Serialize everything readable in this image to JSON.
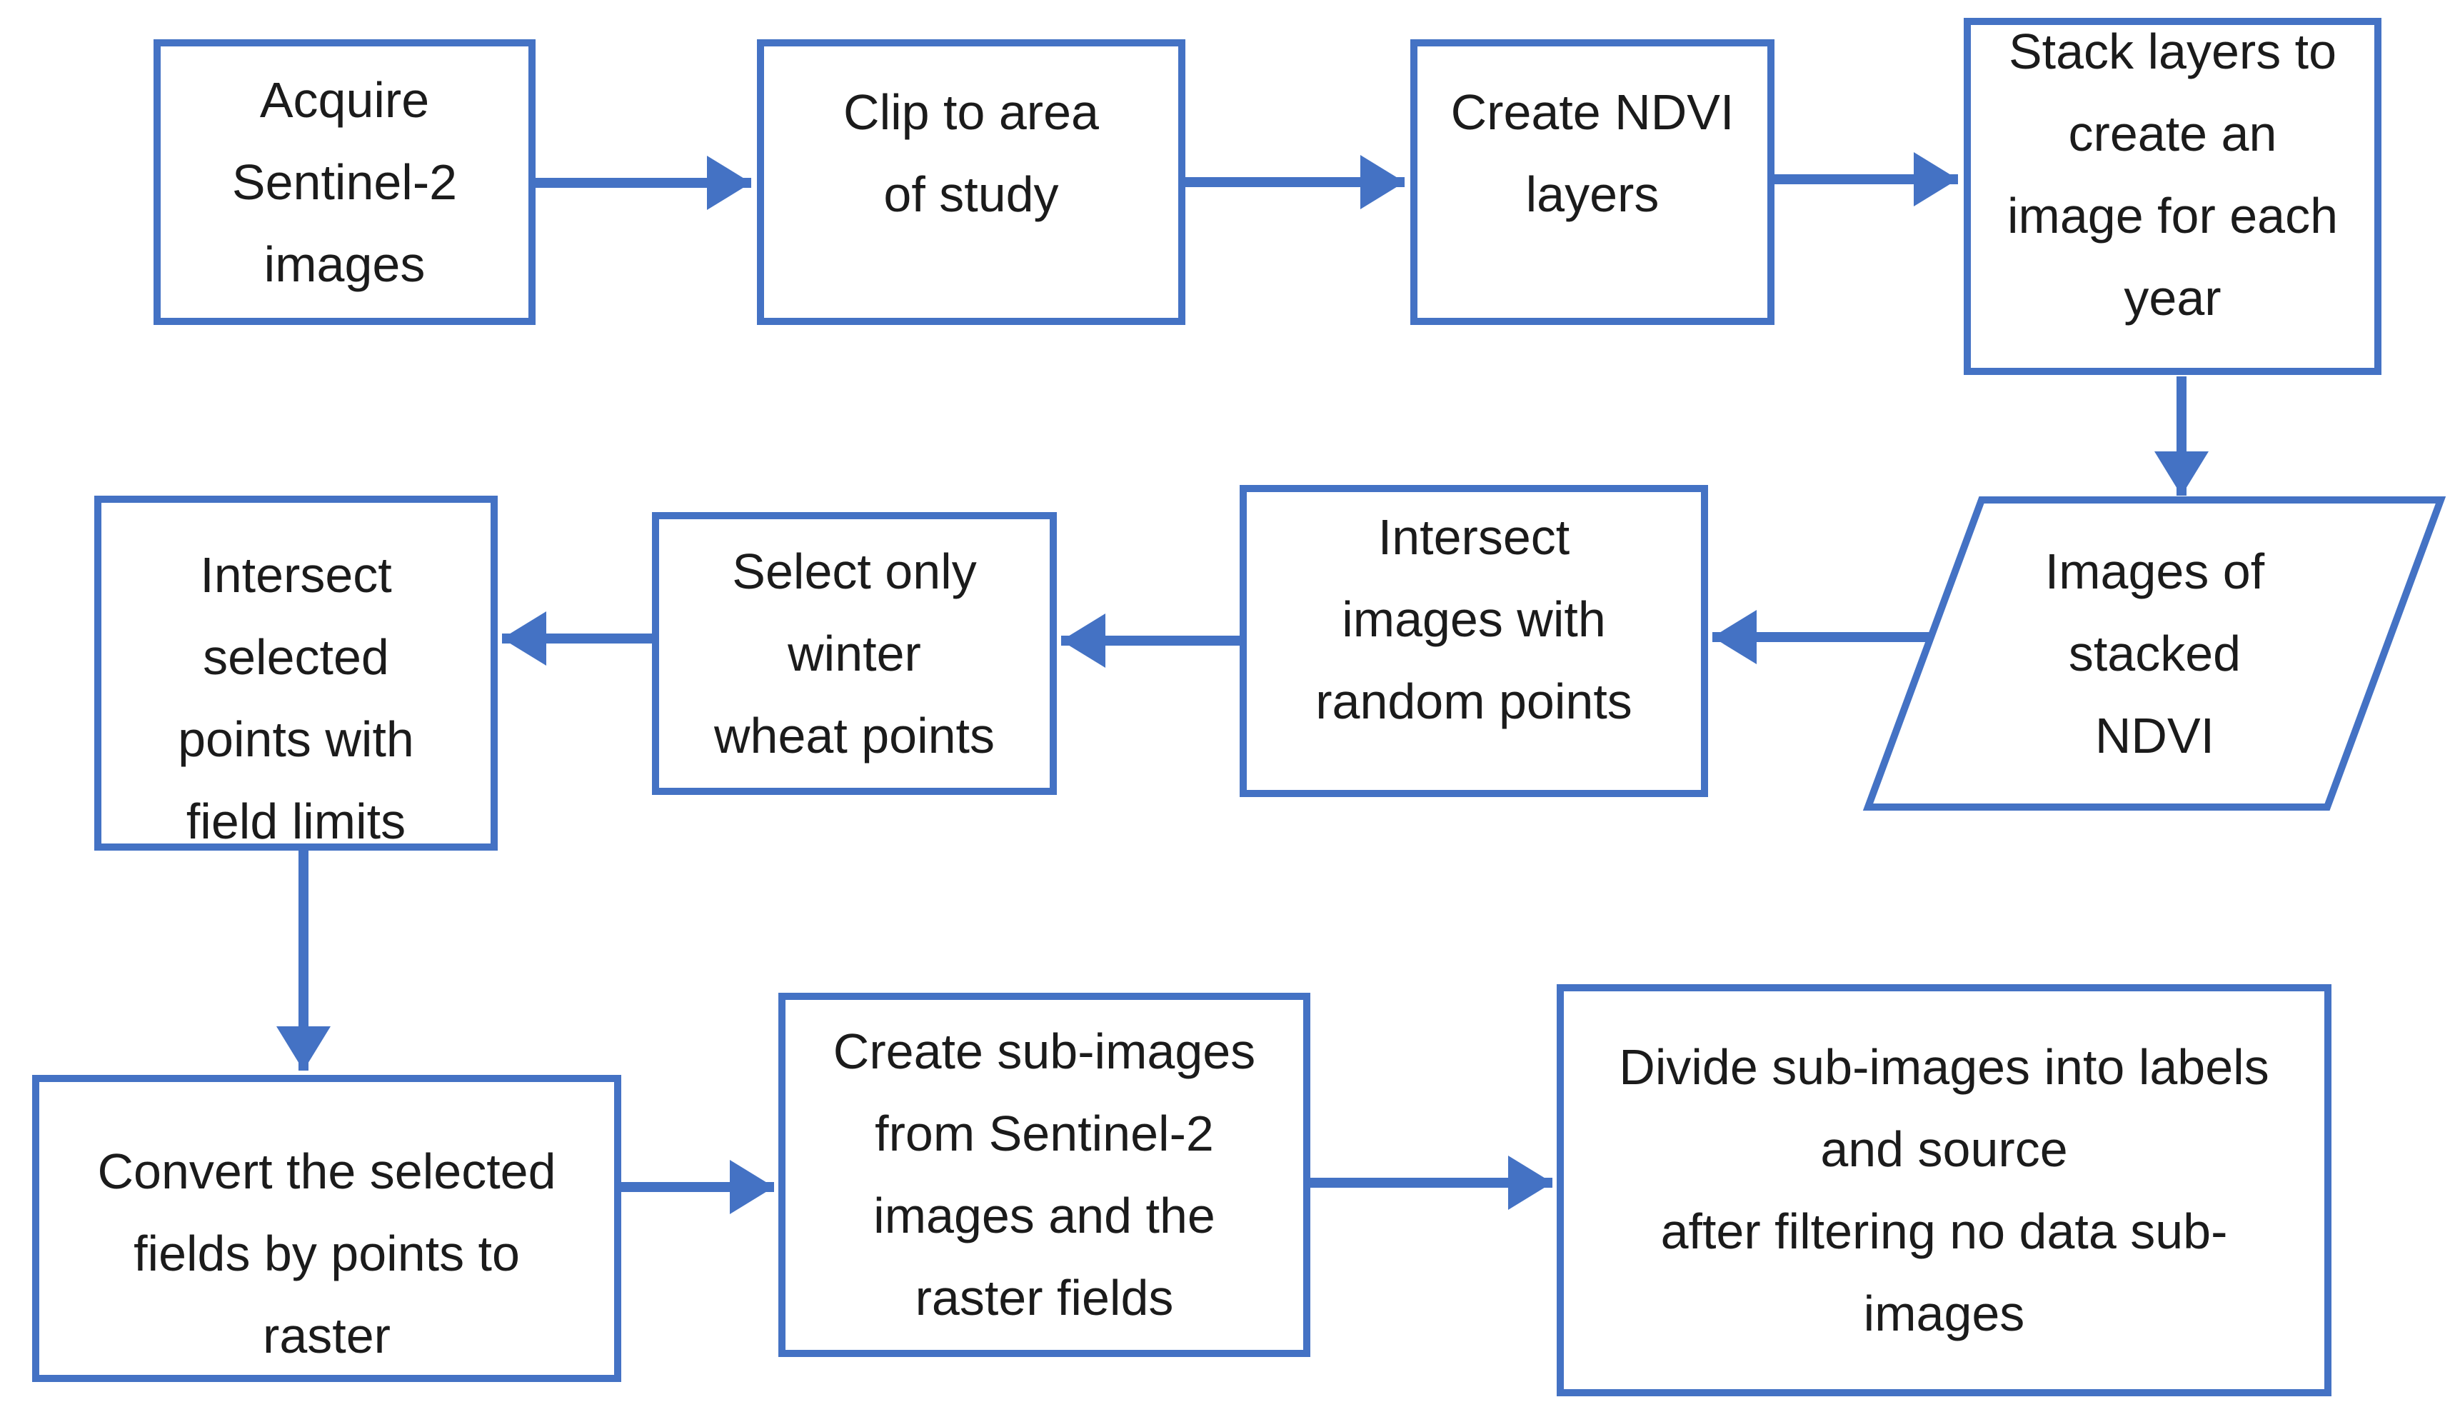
{
  "diagram": {
    "title": "Sentinel-2 NDVI processing flowchart",
    "accent_color": "#4472C4",
    "text_color": "#1b1b1b",
    "background_color": "#ffffff",
    "nodes": {
      "acquire": {
        "shape": "rectangle",
        "label": "Acquire\nSentinel-2\nimages"
      },
      "clip": {
        "shape": "rectangle",
        "label": "Clip to area\nof study"
      },
      "ndvi": {
        "shape": "rectangle",
        "label": "Create NDVI\nlayers"
      },
      "stack": {
        "shape": "rectangle",
        "label": "Stack layers to\ncreate an\nimage for each\nyear"
      },
      "stacked_ndvi": {
        "shape": "parallelogram",
        "label": "Images of\nstacked\nNDVI"
      },
      "intersect_random": {
        "shape": "rectangle",
        "label": "Intersect\nimages with\nrandom points"
      },
      "select_wheat": {
        "shape": "rectangle",
        "label": "Select only\nwinter\nwheat points"
      },
      "intersect_fields": {
        "shape": "rectangle",
        "label": "Intersect\nselected\npoints with\nfield limits"
      },
      "convert_raster": {
        "shape": "rectangle",
        "label": "Convert the selected\nfields by points to\nraster"
      },
      "sub_images": {
        "shape": "rectangle",
        "label": "Create sub-images\nfrom Sentinel-2\nimages and the\nraster fields"
      },
      "divide": {
        "shape": "rectangle",
        "label": "Divide sub-images into labels\nand source\nafter filtering no data sub-\nimages"
      }
    },
    "edges": [
      {
        "from": "acquire",
        "to": "clip"
      },
      {
        "from": "clip",
        "to": "ndvi"
      },
      {
        "from": "ndvi",
        "to": "stack"
      },
      {
        "from": "stack",
        "to": "stacked_ndvi"
      },
      {
        "from": "stacked_ndvi",
        "to": "intersect_random"
      },
      {
        "from": "intersect_random",
        "to": "select_wheat"
      },
      {
        "from": "select_wheat",
        "to": "intersect_fields"
      },
      {
        "from": "intersect_fields",
        "to": "convert_raster"
      },
      {
        "from": "convert_raster",
        "to": "sub_images"
      },
      {
        "from": "sub_images",
        "to": "divide"
      }
    ]
  }
}
